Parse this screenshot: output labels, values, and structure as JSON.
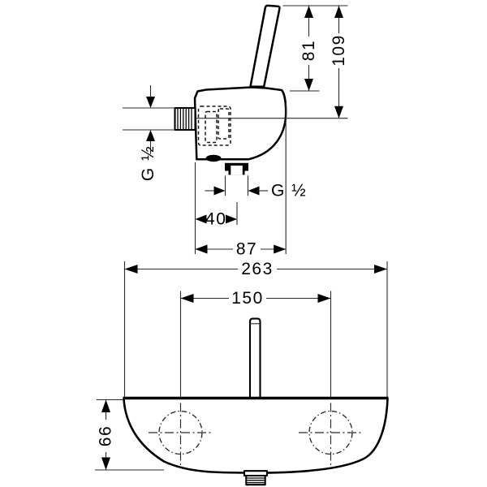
{
  "views": {
    "side": {
      "dims": {
        "lever_height": "81",
        "overall_height": "109",
        "inlet_thread": "G ½",
        "outlet_thread": "G ½",
        "outlet_offset": "40",
        "depth": "87"
      }
    },
    "front": {
      "dims": {
        "overall_width": "263",
        "connection_centers": "150",
        "body_height": "66"
      }
    }
  }
}
